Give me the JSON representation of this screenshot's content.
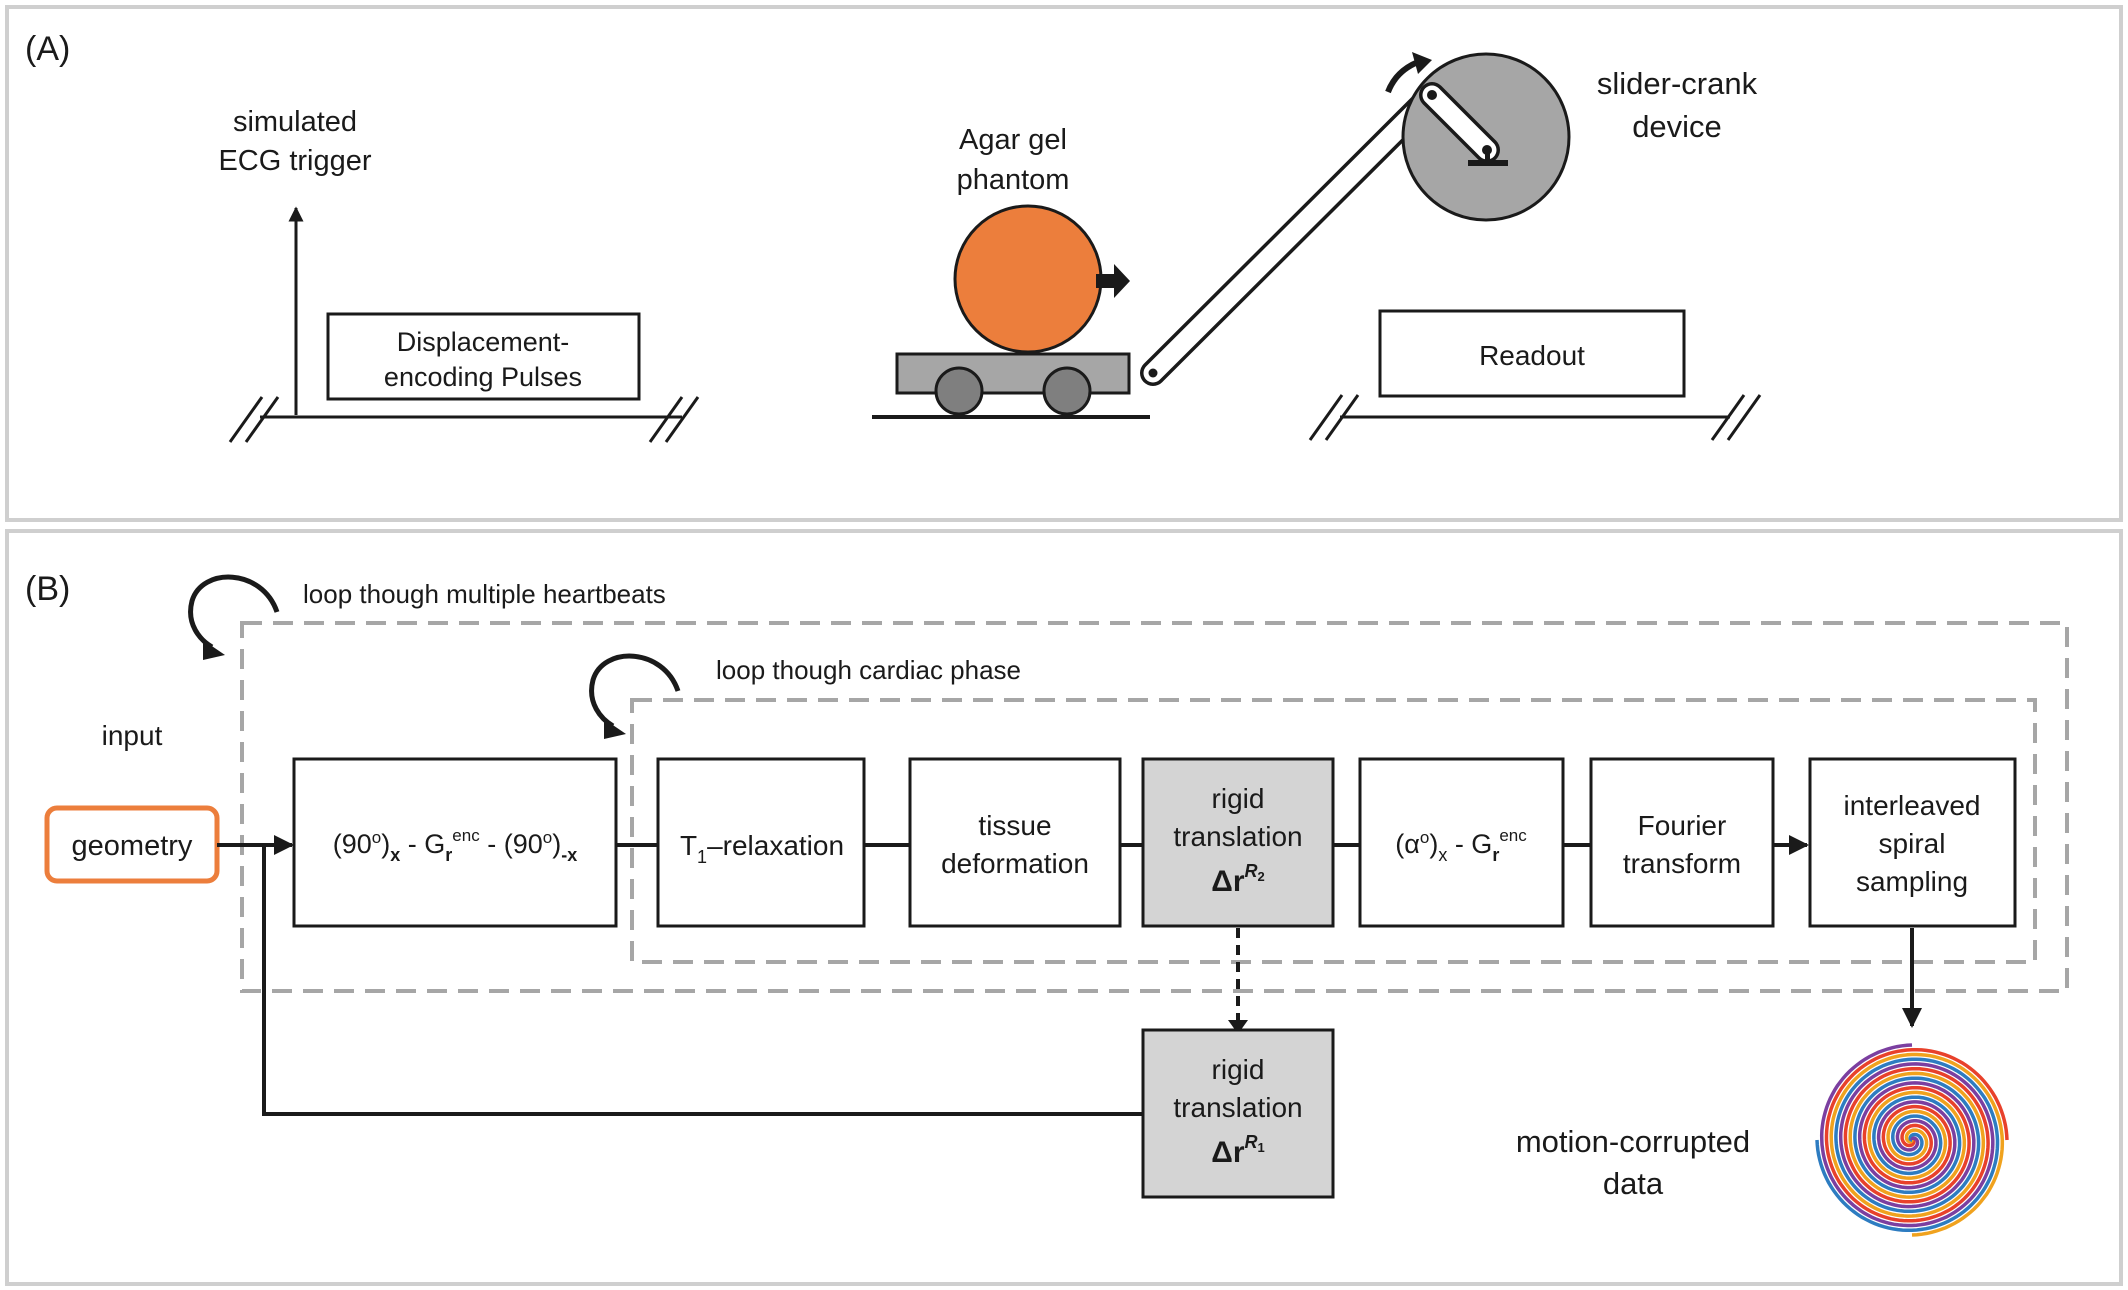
{
  "panel_a": {
    "label": "(A)",
    "ecg_line1": "simulated",
    "ecg_line2": "ECG trigger",
    "disp_line1": "Displacement-",
    "disp_line2": "encoding Pulses",
    "phantom_line1": "Agar gel",
    "phantom_line2": "phantom",
    "crank_line1": "slider-crank",
    "crank_line2": "device",
    "readout": "Readout",
    "colors": {
      "phantom": "#ec7e3c",
      "cart": "#a6a6a6",
      "wheel": "#7f7f7f",
      "disc": "#a6a6a6"
    }
  },
  "panel_b": {
    "label": "(B)",
    "loop_outer": "loop though multiple heartbeats",
    "loop_inner": "loop though cardiac phase",
    "input_label": "input",
    "geometry": "geometry",
    "pulse": {
      "p1": "(90",
      "sup1": "o",
      "p2": ")",
      "sub1": "x",
      "p3": " - G",
      "sub2": "r",
      "sup2": "enc",
      "p4": " - (90",
      "sup3": "o",
      "p5": ")",
      "sub3": "-x"
    },
    "t1": {
      "main": "T",
      "sub": "1",
      "rest": "–relaxation"
    },
    "tissue_line1": "tissue",
    "tissue_line2": "deformation",
    "rigid_r2": {
      "line1": "rigid",
      "line2": "translation",
      "delta": "Δr",
      "sup": "R",
      "subsup": "2"
    },
    "alpha": {
      "p1": "(α",
      "sup1": "o",
      "p2": ")",
      "sub1": "x",
      "p3": " - G",
      "sub2": "r",
      "sup2": "enc"
    },
    "fourier_line1": "Fourier",
    "fourier_line2": "transform",
    "spiral_line1": "interleaved",
    "spiral_line2": "spiral",
    "spiral_line3": "sampling",
    "rigid_r1": {
      "line1": "rigid",
      "line2": "translation",
      "delta": "Δr",
      "sup": "R",
      "subsup": "1"
    },
    "motion_line1": "motion-corrupted",
    "motion_line2": "data",
    "colors": {
      "geometry_border": "#ec7e3c",
      "dashed": "#a6a6a6",
      "gray_box": "#d4d4d4",
      "spiral": [
        "#e8412b",
        "#f0a21e",
        "#2d7cc1",
        "#7b3fa0"
      ]
    }
  }
}
